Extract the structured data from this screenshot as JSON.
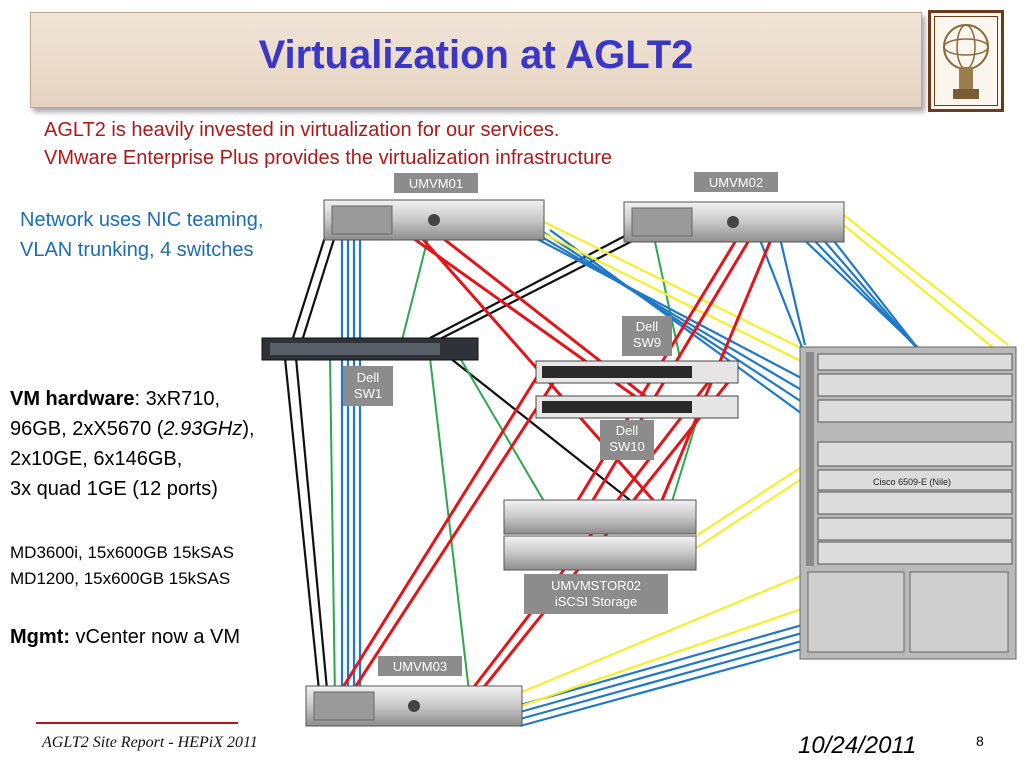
{
  "slide": {
    "title": "Virtualization at AGLT2",
    "intro": [
      "AGLT2 is heavily invested in virtualization for our services.",
      "VMware Enterprise Plus provides the virtualization infrastructure"
    ],
    "network_note": "Network uses NIC teaming, VLAN trunking, 4 switches",
    "vm_hardware": {
      "label": "VM hardware",
      "line1": ": 3xR710,",
      "line2_pre": "96GB, 2xX5670 (",
      "line2_em": "2.93GHz",
      "line2_post": "),",
      "line3": "2x10GE, 6x146GB,",
      "line4": "3x quad 1GE (12 ports)"
    },
    "storage": [
      "MD3600i, 15x600GB 15kSAS",
      "MD1200, 15x600GB 15kSAS"
    ],
    "mgmt": {
      "label": "Mgmt:",
      "text": "  vCenter now a VM"
    },
    "footer": "AGLT2 Site Report - HEPiX 2011",
    "date": "10/24/2011",
    "page": "8"
  },
  "diagram": {
    "nodes": {
      "umvm01": "UMVM01",
      "umvm02": "UMVM02",
      "umvm03": "UMVM03",
      "sw1_l1": "Dell",
      "sw1_l2": "SW1",
      "sw9_l1": "Dell",
      "sw9_l2": "SW9",
      "sw10_l1": "Dell",
      "sw10_l2": "SW10",
      "stor_l1": "UMVMSTOR02",
      "stor_l2": "iSCSI Storage",
      "cisco": "Cisco 6509-E (Nile)"
    },
    "colors": {
      "blue": "#1f78c8",
      "red": "#e3151a",
      "yellow": "#f4f02a",
      "green": "#2aa84a",
      "black": "#111111",
      "title": "#3a36c8",
      "intro": "#b01818",
      "note": "#1b6eb5"
    }
  }
}
